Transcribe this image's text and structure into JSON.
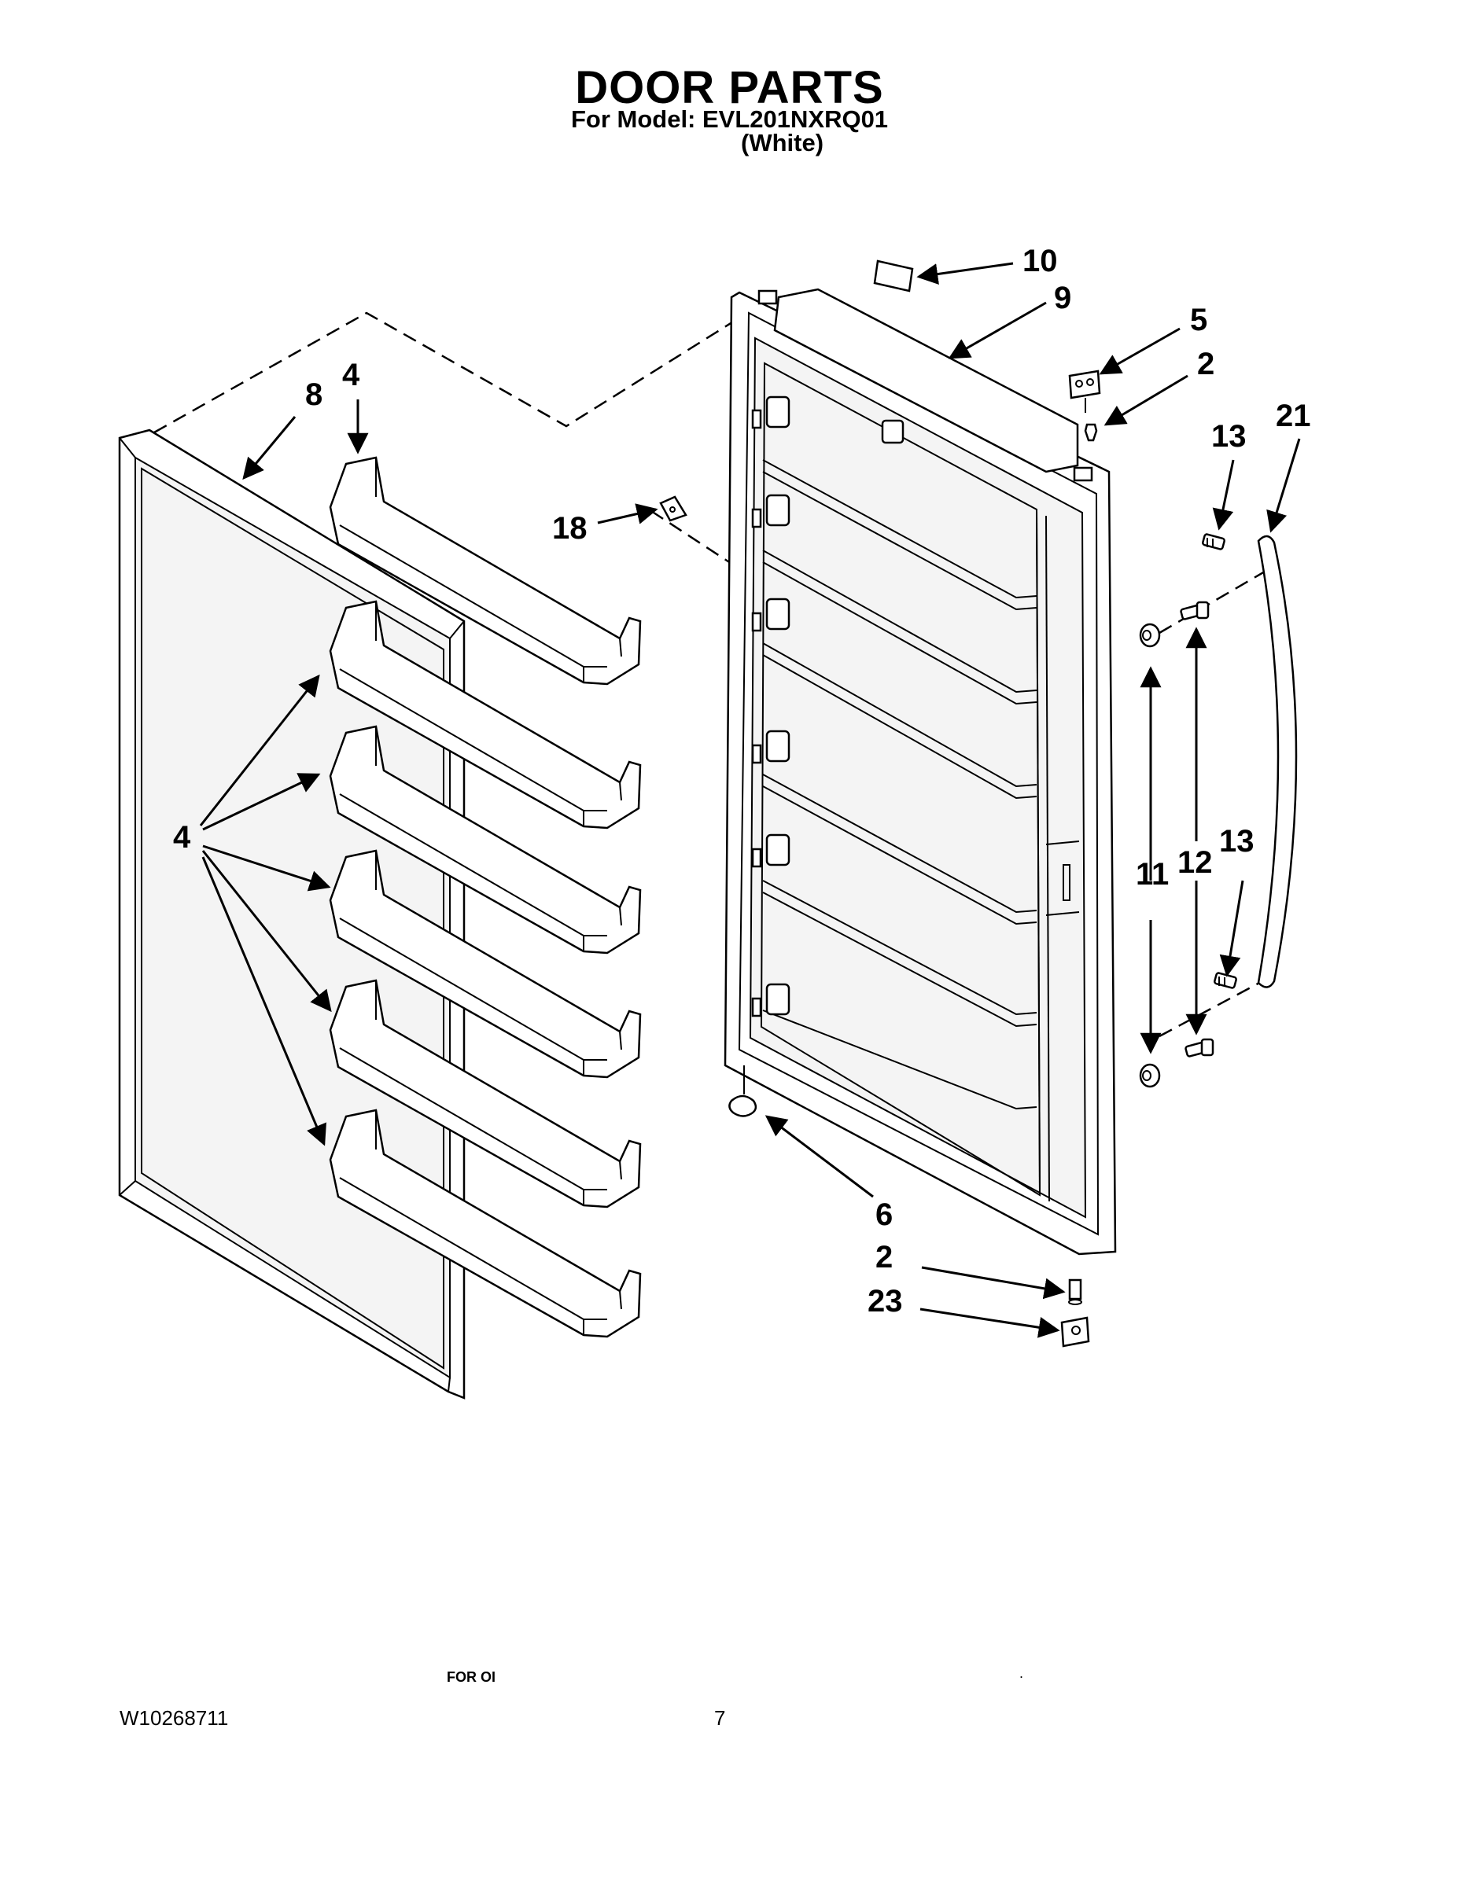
{
  "header": {
    "title": "DOOR PARTS",
    "model_line": "For Model: EVL201NXRQ01",
    "color_line": "(White)"
  },
  "callouts": {
    "c10": "10",
    "c9": "9",
    "c5": "5",
    "c2a": "2",
    "c21": "21",
    "c13a": "13",
    "c8": "8",
    "c4a": "4",
    "c18": "18",
    "c4b": "4",
    "c11": "11",
    "c12": "12",
    "c13b": "13",
    "c6": "6",
    "c2b": "2",
    "c23": "23"
  },
  "footer": {
    "doc_number": "W10268711",
    "page_number": "7",
    "partial_text": "FOR OI",
    "dot": "."
  }
}
